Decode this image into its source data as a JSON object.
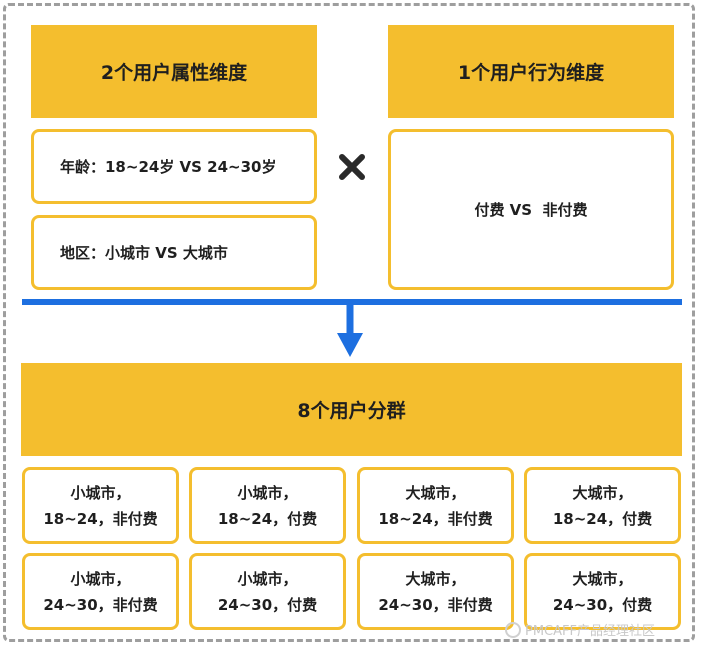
{
  "top": {
    "left_header": "2个用户属性维度",
    "right_header": "1个用户行为维度",
    "attributes": [
      "年龄：18~24岁 VS 24~30岁",
      "地区：小城市 VS 大城市"
    ],
    "behavior": "付费 VS  非付费"
  },
  "segments": {
    "header": "8个用户分群",
    "cells": [
      {
        "line1": "小城市，",
        "line2": "18~24，非付费"
      },
      {
        "line1": "小城市，",
        "line2": "18~24，付费"
      },
      {
        "line1": "大城市，",
        "line2": "18~24，非付费"
      },
      {
        "line1": "大城市，",
        "line2": "18~24，付费"
      },
      {
        "line1": "小城市，",
        "line2": "24~30，非付费"
      },
      {
        "line1": "小城市，",
        "line2": "24~30，付费"
      },
      {
        "line1": "大城市，",
        "line2": "24~30，非付费"
      },
      {
        "line1": "大城市，",
        "line2": "24~30，付费"
      }
    ]
  },
  "watermark": "PMCAFF产品经理社区",
  "colors": {
    "accent_yellow": "#f4be2e",
    "arrow_blue": "#1d6fe0",
    "text_dark": "#1f1f1f"
  },
  "icons": {
    "operator": "multiply-icon",
    "flow": "arrow-down-icon"
  }
}
